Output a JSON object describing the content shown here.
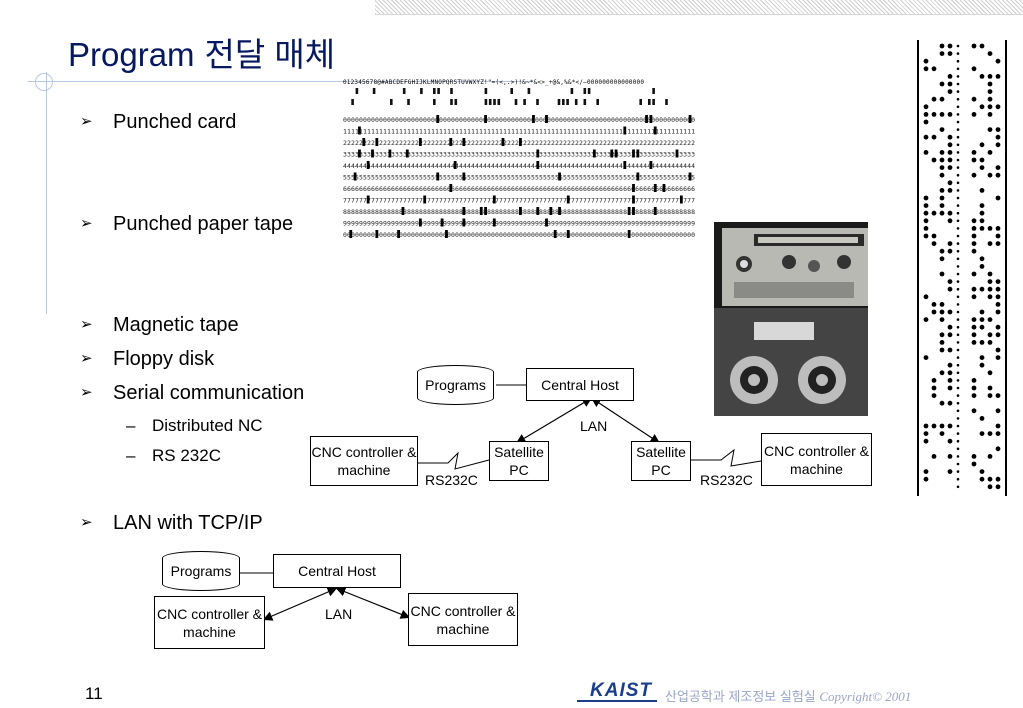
{
  "title": {
    "latin": "Program",
    "korean": "전달 매체"
  },
  "bullets": {
    "punched_card": "Punched card",
    "punched_tape": "Punched paper tape",
    "magnetic_tape": "Magnetic tape",
    "floppy": "Floppy disk",
    "serial": "Serial communication",
    "sub1": "Distributed NC",
    "sub2": "RS 232C",
    "lan": "LAN with TCP/IP"
  },
  "markers": {
    "bullet": "➢",
    "dash": "–"
  },
  "card_header": "012345678@#ABCDEFGHIJKLMNOPQRSTUVWXYZ!\"=(<,.>)!&~*&<>_+@&,%&*</—000000000000000",
  "diagram1": {
    "programs": "Programs",
    "host": "Central Host",
    "lan": "LAN",
    "cnc_left": "CNC controller & machine",
    "sat_left": "Satellite PC",
    "sat_right": "Satellite PC",
    "cnc_right": "CNC controller & machine",
    "rs_left": "RS232C",
    "rs_right": "RS232C"
  },
  "diagram2": {
    "programs": "Programs",
    "host": "Central Host",
    "lan": "LAN",
    "cnc_left": "CNC controller & machine",
    "cnc_right": "CNC controller & machine"
  },
  "page_number": "11",
  "footer": {
    "logo": "KAIST",
    "lab": "산업공학과 제조정보 실험실",
    "copyright": "Copyright© 2001"
  },
  "colors": {
    "title": "#06185f",
    "accent_line": "#b8c8e4",
    "logo": "#1b3e8c",
    "footer_text": "#9aa6c8"
  }
}
